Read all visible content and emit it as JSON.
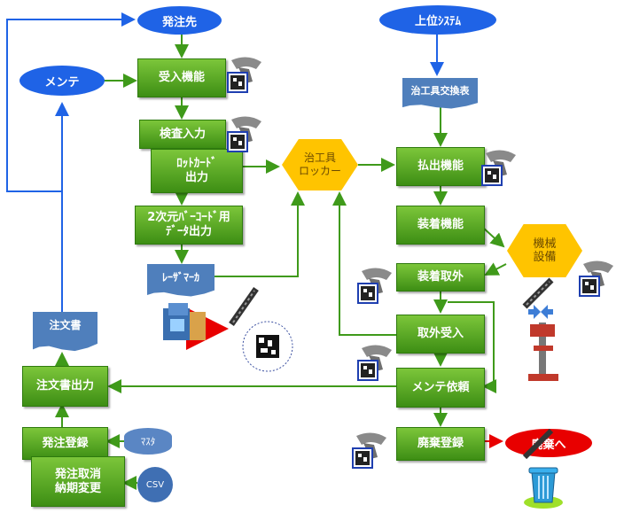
{
  "nodes": {
    "supplier": "発注先",
    "maintenance": "メンテ",
    "receiving": "受入機能",
    "inspection_input": "検査入力",
    "lot_card_line1": "ﾛｯﾄｶｰﾄﾞ",
    "lot_card_line2": "出力",
    "data_2d_line1": "2次元ﾊﾞｰｺｰﾄﾞ用",
    "data_2d_line2": "ﾃﾞｰﾀ出力",
    "laser_marker": "ﾚｰｻﾞﾏｰｶ",
    "order_form": "注文書",
    "order_form_output": "注文書出力",
    "order_registration": "発注登録",
    "master": "ﾏｽﾀ",
    "cancel_line1": "発注取消",
    "cancel_line2": "納期変更",
    "csv": "CSV",
    "tool_locker_line1": "治工具",
    "tool_locker_line2": "ロッカー",
    "host_system": "上位ｼｽﾃﾑ",
    "tool_exchange_table": "治工具交換表",
    "dispense": "払出機能",
    "mounting": "装着機能",
    "machine_line1": "機械",
    "machine_line2": "設備",
    "dismount": "装着取外",
    "receive_removed": "取外受入",
    "maintenance_request": "メンテ依頼",
    "disposal_registration": "廃棄登録",
    "to_disposal": "廃棄へ"
  },
  "colors": {
    "process_green": "#4fa81f",
    "flow_green": "#3f9a1a",
    "flow_blue": "#1f63e6",
    "locker_yellow": "#ffc400",
    "disposal_red": "#e80000"
  }
}
